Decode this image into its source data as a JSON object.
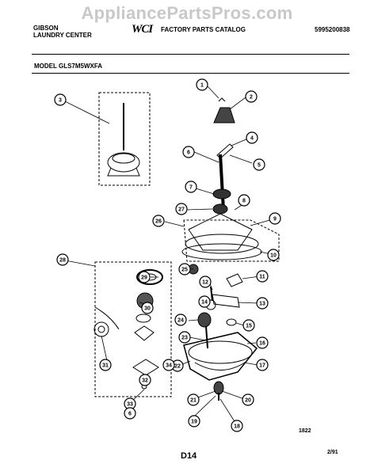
{
  "watermark": "AppliancePartsPros.com",
  "header": {
    "brand_line1": "GIBSON",
    "brand_line2": "LAUNDRY CENTER",
    "logo": "WCI",
    "catalog_title": "FACTORY PARTS CATALOG",
    "catalog_number": "5995200838"
  },
  "model_label": "MODEL GLS7M5WXFA",
  "callouts": [
    "1",
    "2",
    "3",
    "4",
    "5",
    "6",
    "7",
    "8",
    "9",
    "10",
    "11",
    "12",
    "13",
    "14",
    "15",
    "16",
    "17",
    "18",
    "19",
    "20",
    "21",
    "22",
    "23",
    "24",
    "25",
    "26",
    "27",
    "28",
    "29",
    "30",
    "31",
    "32",
    "33",
    "34",
    "6"
  ],
  "footer": {
    "page_code": "D14",
    "ref_number": "1822",
    "date": "2/91"
  }
}
